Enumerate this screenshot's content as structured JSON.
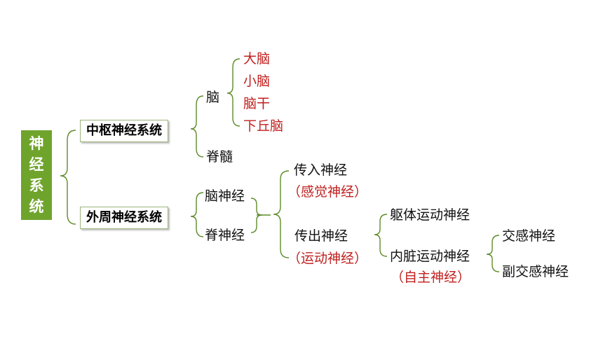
{
  "root": {
    "chars": [
      "神",
      "经",
      "系",
      "统"
    ]
  },
  "central": {
    "label": "中枢神经系统",
    "brain": {
      "label": "脑",
      "parts": [
        "大脑",
        "小脑",
        "脑干",
        "下丘脑"
      ]
    },
    "spinal": {
      "label": "脊髓"
    }
  },
  "peripheral": {
    "label": "外周神经系统",
    "cranial": "脑神经",
    "spinal_nerve": "脊神经",
    "afferent": {
      "label": "传入神经",
      "alias": "（感觉神经）"
    },
    "efferent": {
      "label": "传出神经",
      "alias": "（运动神经）",
      "somatic": "躯体运动神经",
      "visceral": {
        "label": "内脏运动神经",
        "alias": "（自主神经）"
      },
      "sympathetic": "交感神经",
      "parasympathetic": "副交感神经"
    }
  },
  "colors": {
    "root_bg": "#6fa42c",
    "line": "#5e8c2a",
    "highlight": "#c0201e"
  }
}
